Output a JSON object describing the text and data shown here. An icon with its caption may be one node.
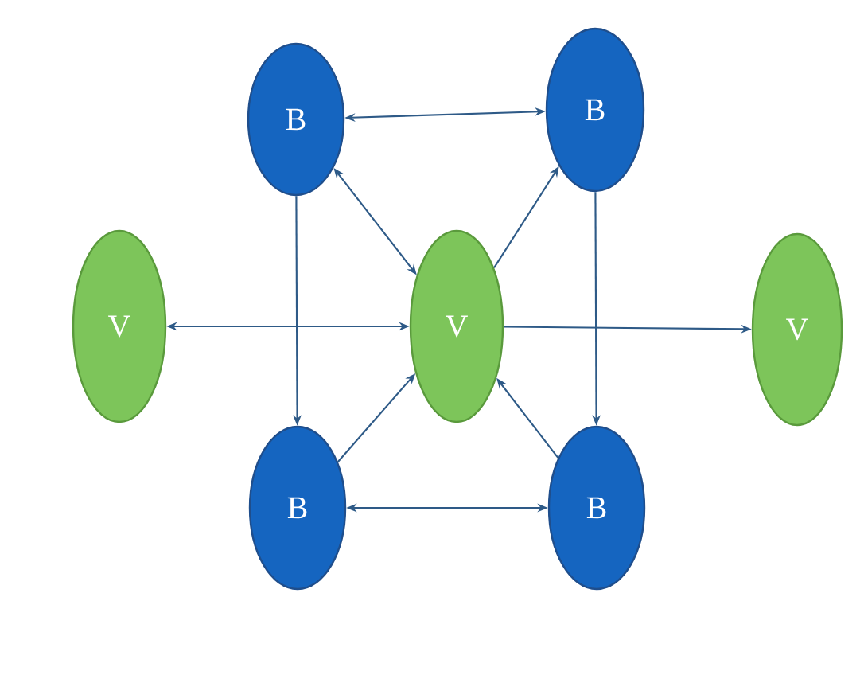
{
  "diagram": {
    "nodes": [
      {
        "text": [
          "B"
        ]
      },
      {
        "text": [
          "B"
        ]
      },
      {
        "text": [
          "V"
        ]
      },
      {
        "text": [
          "V"
        ]
      },
      {
        "text": [
          "V"
        ]
      },
      {
        "text": [
          "B"
        ]
      },
      {
        "text": [
          "B"
        ]
      }
    ],
    "edges": [
      {
        "from": 0,
        "to": 1,
        "arrow": "both"
      },
      {
        "from": 0,
        "to": 3,
        "arrow": "both"
      },
      {
        "from": 3,
        "to": 1,
        "arrow": "to"
      },
      {
        "from": 2,
        "to": 3,
        "arrow": "both"
      },
      {
        "from": 3,
        "to": 4,
        "arrow": "to"
      },
      {
        "from": 0,
        "to": 5,
        "arrow": "to"
      },
      {
        "from": 1,
        "to": 6,
        "arrow": "to"
      },
      {
        "from": 5,
        "to": 6,
        "arrow": "both"
      },
      {
        "from": 5,
        "to": 3,
        "arrow": "to"
      },
      {
        "from": 6,
        "to": 3,
        "arrow": "to"
      }
    ]
  }
}
